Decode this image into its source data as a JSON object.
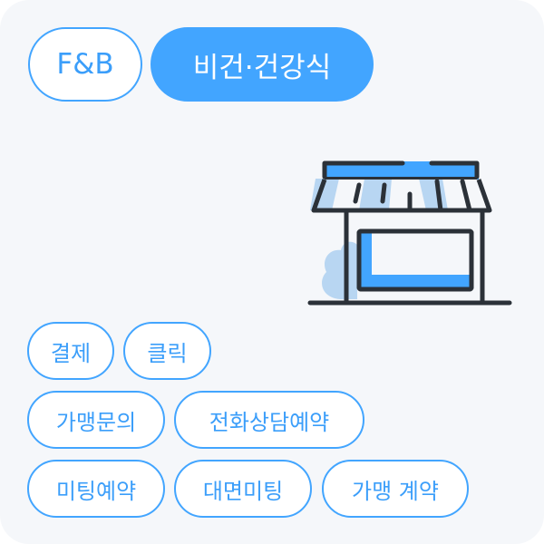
{
  "category_tags": [
    {
      "label": "F&B",
      "selected": false
    },
    {
      "label": "비건·건강식",
      "selected": true
    }
  ],
  "illustration": {
    "icon": "storefront-icon"
  },
  "action_tags": [
    {
      "label": "결제"
    },
    {
      "label": "클릭"
    },
    {
      "label": "가맹문의"
    },
    {
      "label": "전화상담예약"
    },
    {
      "label": "미팅예약"
    },
    {
      "label": "대면미팅"
    },
    {
      "label": "가맹 계약"
    }
  ],
  "colors": {
    "accent": "#42A5FF",
    "accent_light": "#B8D6F2",
    "outline": "#2B3138",
    "background": "#F5F7FA"
  }
}
